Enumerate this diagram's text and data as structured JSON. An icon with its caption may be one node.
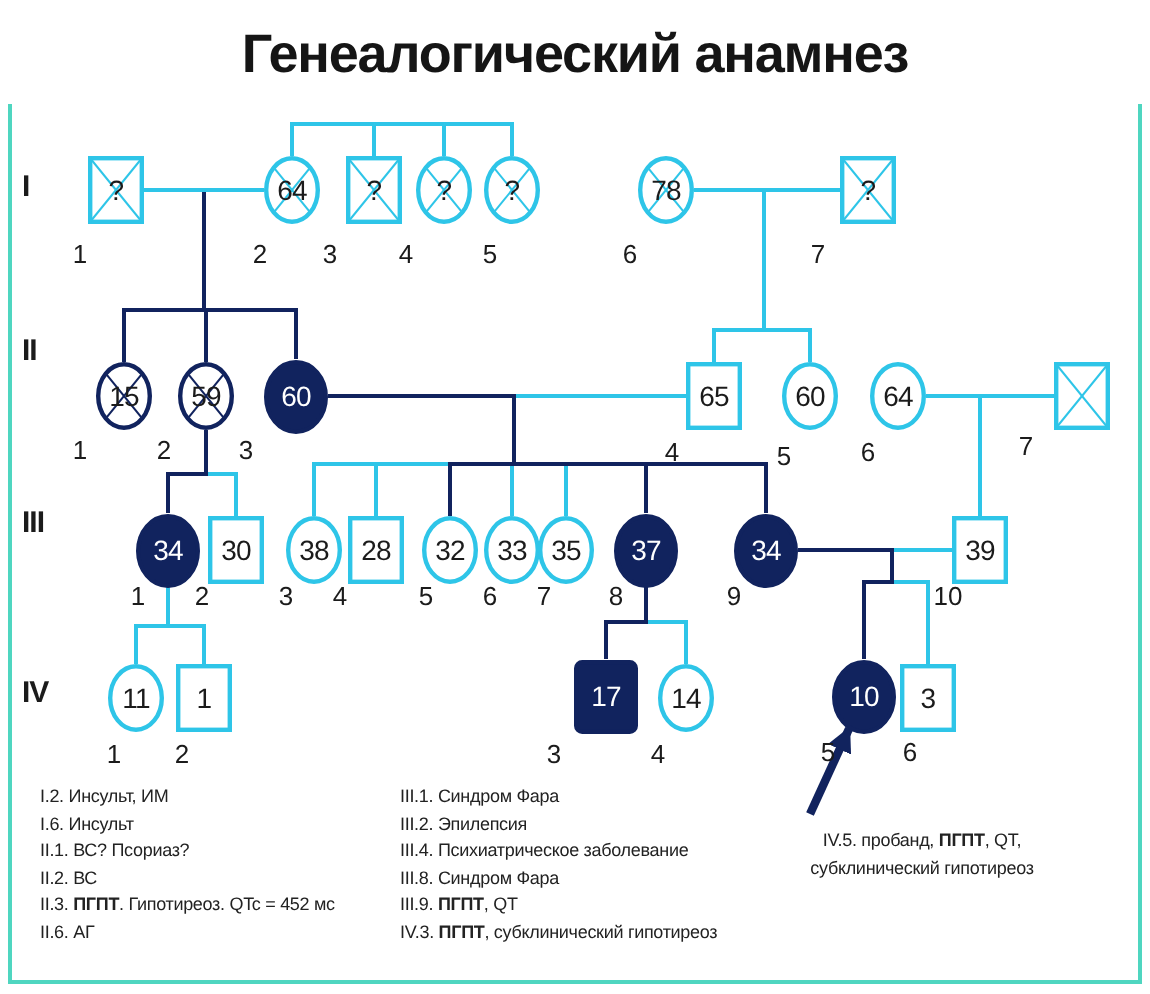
{
  "diagram": {
    "title": "Генеалогический анамнез",
    "nodes": [
      {
        "text": [
          "?"
        ],
        "beside": [
          "1"
        ]
      },
      {
        "text": [
          "64"
        ],
        "beside": [
          "2"
        ]
      },
      {
        "text": [
          "?"
        ],
        "beside": [
          "3"
        ]
      },
      {
        "text": [
          "?"
        ],
        "beside": [
          "4"
        ]
      },
      {
        "text": [
          "?"
        ],
        "beside": [
          "5"
        ]
      },
      {
        "text": [
          "78"
        ],
        "beside": [
          "6"
        ]
      },
      {
        "text": [
          "?"
        ],
        "beside": [
          "7"
        ]
      },
      {
        "text": [
          "15"
        ],
        "beside": [
          "1"
        ]
      },
      {
        "text": [
          "59"
        ],
        "beside": [
          "2"
        ]
      },
      {
        "text": [
          "60"
        ],
        "beside": [
          "3"
        ]
      },
      {
        "text": [
          "65"
        ],
        "beside": [
          "4"
        ]
      },
      {
        "text": [
          "60"
        ],
        "beside": [
          "5"
        ]
      },
      {
        "text": [
          "64"
        ],
        "beside": [
          "6"
        ]
      },
      {
        "text": [],
        "shape": "box",
        "beside": [
          "7"
        ]
      },
      {
        "text": [
          "34"
        ],
        "beside": [
          "1"
        ]
      },
      {
        "text": [
          "30"
        ],
        "beside": [
          "2"
        ]
      },
      {
        "text": [
          "38"
        ],
        "beside": [
          "3"
        ]
      },
      {
        "text": [
          "28"
        ],
        "beside": [
          "4"
        ]
      },
      {
        "text": [
          "32"
        ],
        "beside": [
          "5"
        ]
      },
      {
        "text": [
          "33"
        ],
        "beside": [
          "6"
        ]
      },
      {
        "text": [
          "35"
        ],
        "beside": [
          "7"
        ]
      },
      {
        "text": [
          "37"
        ],
        "beside": [
          "8"
        ]
      },
      {
        "text": [
          "34"
        ],
        "beside": [
          "9"
        ]
      },
      {
        "text": [
          "39"
        ],
        "beside": [
          "10"
        ]
      },
      {
        "text": [
          "11"
        ],
        "beside": [
          "1"
        ]
      },
      {
        "text": [
          "1"
        ],
        "beside": [
          "2"
        ]
      },
      {
        "text": [
          "17"
        ],
        "beside": [
          "3"
        ]
      },
      {
        "text": [
          "14"
        ],
        "beside": [
          "4"
        ]
      },
      {
        "text": [
          "10"
        ],
        "beside": [
          "5"
        ]
      },
      {
        "text": [
          "3"
        ],
        "beside": [
          "6"
        ]
      }
    ],
    "edges": [
      {
        "from": 1,
        "to": 2,
        "arrow": "none"
      },
      {
        "from": 1,
        "to": 3,
        "arrow": "none"
      },
      {
        "from": 1,
        "to": 4,
        "arrow": "none"
      },
      {
        "from": 1,
        "to": 7,
        "arrow": "none",
        "color": "#11235e"
      },
      {
        "from": 1,
        "to": 8,
        "arrow": "none",
        "color": "#11235e"
      },
      {
        "from": 1,
        "to": 9,
        "arrow": "none",
        "color": "#11235e"
      },
      {
        "from": 0,
        "to": 1,
        "arrow": "none"
      },
      {
        "from": 5,
        "to": 6,
        "arrow": "none"
      },
      {
        "from": 5,
        "to": 10,
        "arrow": "none"
      },
      {
        "from": 5,
        "to": 11,
        "arrow": "none"
      },
      {
        "from": 9,
        "to": 10,
        "arrow": "none"
      },
      {
        "from": 9,
        "to": 16,
        "arrow": "none"
      },
      {
        "from": 9,
        "to": 17,
        "arrow": "none"
      },
      {
        "from": 9,
        "to": 19,
        "arrow": "none"
      },
      {
        "from": 9,
        "to": 20,
        "arrow": "none"
      },
      {
        "from": 9,
        "to": 18,
        "arrow": "none",
        "color": "#11235e"
      },
      {
        "from": 9,
        "to": 21,
        "arrow": "none",
        "color": "#11235e"
      },
      {
        "from": 9,
        "to": 22,
        "arrow": "none",
        "color": "#11235e"
      },
      {
        "from": 8,
        "to": 15,
        "arrow": "none"
      },
      {
        "from": 8,
        "to": 14,
        "arrow": "none",
        "color": "#11235e"
      },
      {
        "from": 12,
        "to": 13,
        "arrow": "none"
      },
      {
        "from": 12,
        "to": 23,
        "arrow": "none"
      },
      {
        "from": 14,
        "to": 24,
        "arrow": "none"
      },
      {
        "from": 14,
        "to": 25,
        "arrow": "none"
      },
      {
        "from": 21,
        "to": 27,
        "arrow": "none"
      },
      {
        "from": 21,
        "to": 26,
        "arrow": "none",
        "color": "#11235e"
      },
      {
        "from": 22,
        "to": 23,
        "arrow": "none"
      },
      {
        "from": 22,
        "to": 29,
        "arrow": "none"
      },
      {
        "from": 22,
        "to": 28,
        "arrow": "none",
        "color": "#11235e"
      },
      {
        "from": null,
        "to": 28,
        "arrow": "to",
        "style": "thick",
        "color": "#11235e"
      }
    ],
    "labels": [
      "I",
      "II",
      "III",
      "IV",
      "I.2. Инсульт, ИМ",
      "I.6. Инсульт",
      "II.1. ВС? Псориаз?",
      "II.2. ВС",
      "II.3. **ПГПТ**. Гипотиреоз. QTc = 452 мс",
      "II.6. АГ",
      "III.1. Синдром Фара",
      "III.2. Эпилепсия",
      "III.4. Психиатрическое заболевание",
      "III.8. Синдром Фара",
      "III.9. **ПГПТ**, QT",
      "IV.3. **ПГПТ**, субклинический гипотиреоз",
      "IV.5. пробанд, **ПГПТ**, QT, субклинический гипотиреоз"
    ]
  }
}
